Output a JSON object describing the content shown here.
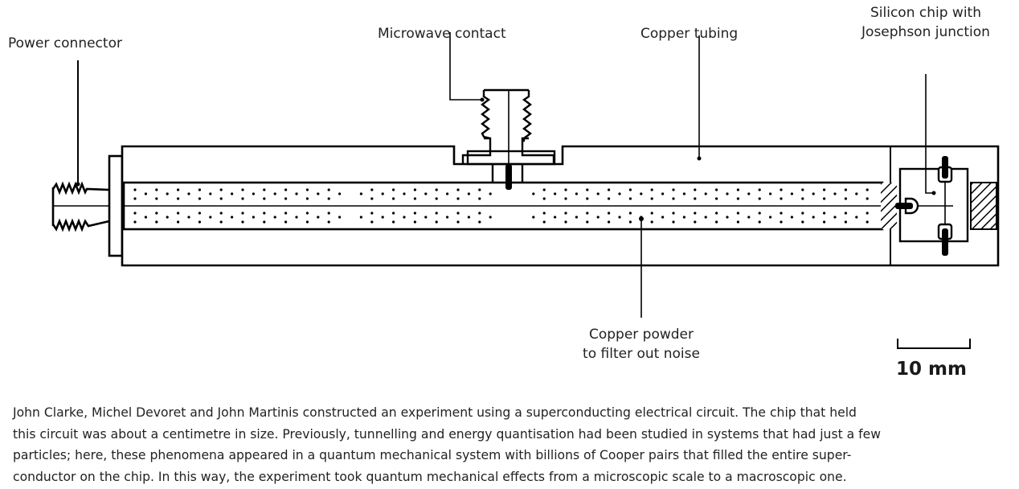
{
  "labels": {
    "power_connector": "Power connector",
    "microwave_contact": "Microwave contact",
    "copper_tubing": "Copper tubing",
    "silicon_chip_line1": "Silicon chip with",
    "silicon_chip_line2": "Josephson junction",
    "copper_powder_line1": "Copper powder",
    "copper_powder_line2": "to filter out noise"
  },
  "scale_bar": {
    "label": "10 mm"
  },
  "caption": {
    "lines": [
      "John Clarke, Michel Devoret and John Martinis constructed an experiment using a superconducting electrical circuit. The chip that held",
      "this circuit was about a centimetre in size. Previously, tunnelling and energy quantisation had been studied in systems that had just a few",
      "particles; here, these phenomena appeared in a quantum mechanical system with billions of Cooper pairs that filled the entire super-",
      "conductor on the chip. In this way, the experiment took quantum mechanical effects from a microscopic scale to a macroscopic one."
    ]
  },
  "colors": {
    "ink": "#000000",
    "text": "#222222",
    "background": "#ffffff"
  }
}
